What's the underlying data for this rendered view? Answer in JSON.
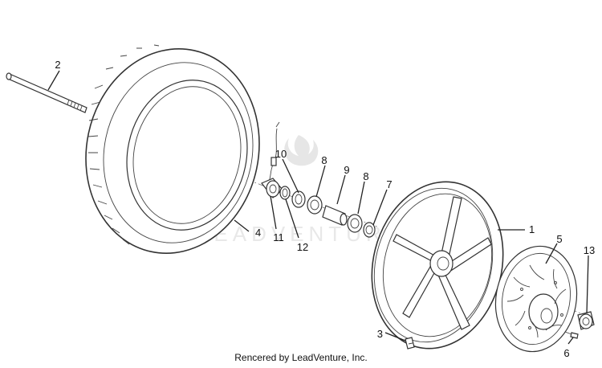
{
  "diagram": {
    "watermark_text": "LEADVENTURE",
    "parts": [
      {
        "id": "wheel-rim",
        "number": "1"
      },
      {
        "id": "axle",
        "number": "2"
      },
      {
        "id": "valve",
        "number": "3"
      },
      {
        "id": "tire",
        "number": "4"
      },
      {
        "id": "brake-disc",
        "number": "5"
      },
      {
        "id": "disc-screw",
        "number": "6"
      },
      {
        "id": "seal-right",
        "number": "7"
      },
      {
        "id": "bearing-left",
        "number": "8"
      },
      {
        "id": "bearing-right",
        "number": "8"
      },
      {
        "id": "spacer",
        "number": "9"
      },
      {
        "id": "seal-left",
        "number": "10"
      },
      {
        "id": "speedo-drive",
        "number": "11"
      },
      {
        "id": "ring",
        "number": "12"
      },
      {
        "id": "bushing",
        "number": "13"
      }
    ]
  },
  "footer": {
    "credit": "Rencered by LeadVenture, Inc."
  }
}
